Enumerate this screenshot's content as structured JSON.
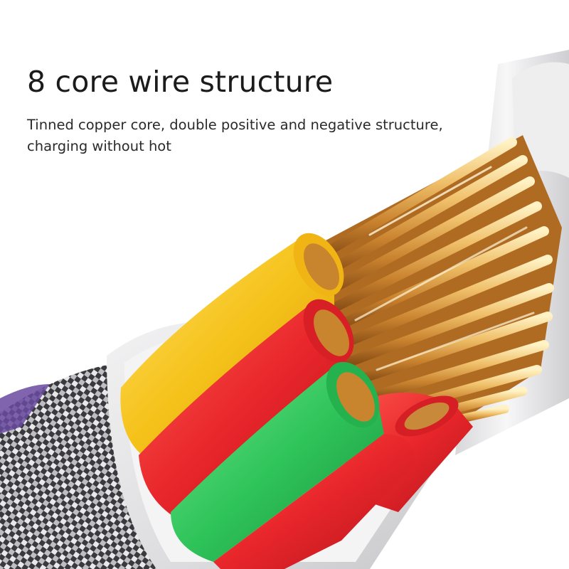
{
  "headline": "8 core wire structure",
  "description_line1": "Tinned copper core, double positive and negative structure,",
  "description_line2": "charging without hot",
  "colors": {
    "copper": "#e0a54a",
    "yellow_core": "#f5c21a",
    "red_core": "#e8262b",
    "green_core": "#2fc45a",
    "sheath": "#e9e9ea"
  }
}
